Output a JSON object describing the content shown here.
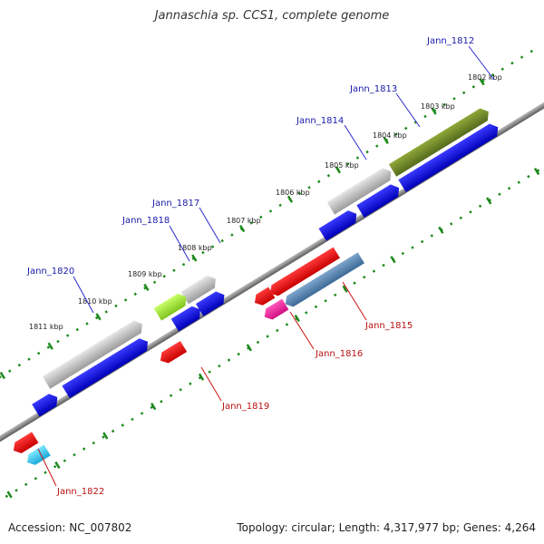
{
  "title": "Jannaschia sp. CCS1, complete genome",
  "footer": {
    "accession": "Accession: NC_007802",
    "topology": "Topology: circular; Length: 4,317,977 bp; Genes: 4,264"
  },
  "colors": {
    "background": "#ffffff",
    "backbone": "#808080",
    "tick_marks": "#1d8a1d",
    "forward_label": "#1a1aaa",
    "reverse_label": "#bb1111"
  },
  "ticks": [
    "1802 kbp",
    "1803 kbp",
    "1804 kbp",
    "1805 kbp",
    "1806 kbp",
    "1807 kbp",
    "1808 kbp",
    "1809 kbp",
    "1810 kbp",
    "1811 kbp"
  ],
  "labels": {
    "forward": [
      "Jann_1812",
      "Jann_1813",
      "Jann_1814",
      "Jann_1817",
      "Jann_1818",
      "Jann_1820"
    ],
    "reverse": [
      "Jann_1815",
      "Jann_1816",
      "Jann_1819",
      "Jann_1822"
    ]
  }
}
